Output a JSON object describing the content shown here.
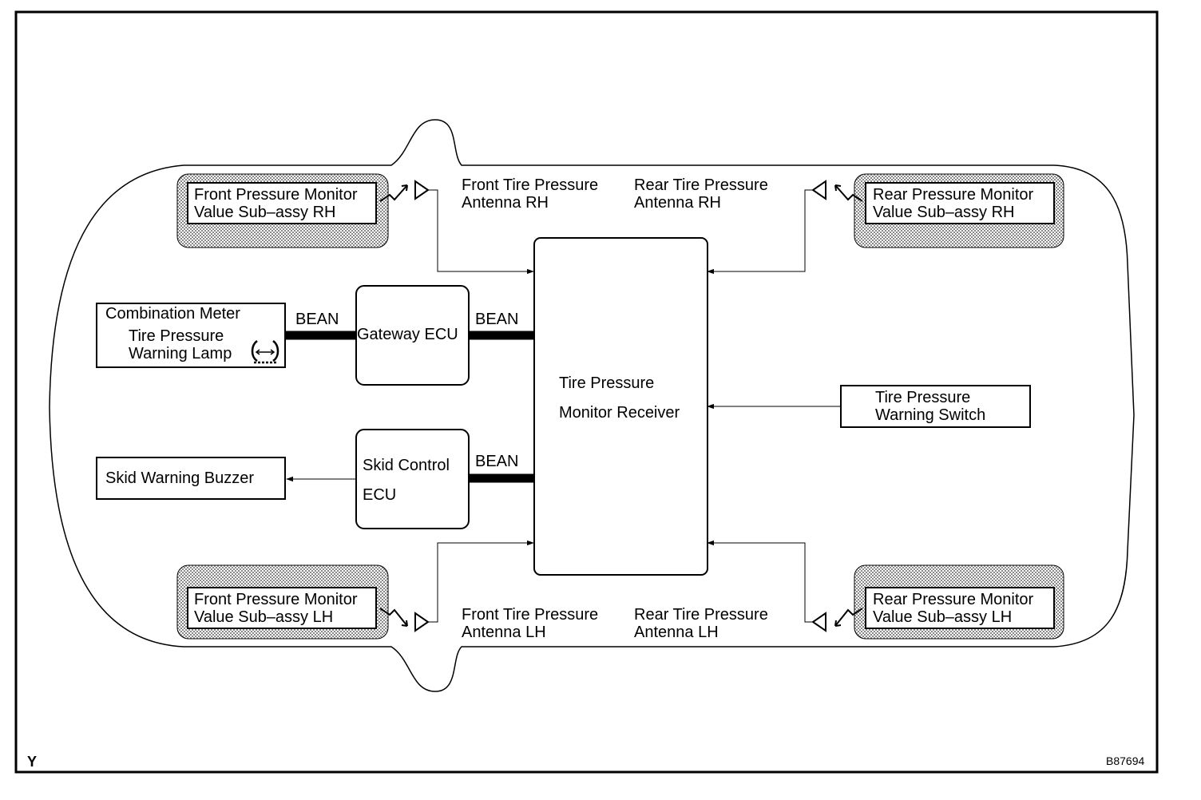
{
  "diagram": {
    "sensors": {
      "front_rh": {
        "line1": "Front Pressure Monitor",
        "line2": "Value Sub–assy RH"
      },
      "rear_rh": {
        "line1": "Rear Pressure Monitor",
        "line2": "Value Sub–assy RH"
      },
      "front_lh": {
        "line1": "Front Pressure Monitor",
        "line2": "Value Sub–assy LH"
      },
      "rear_lh": {
        "line1": "Rear Pressure Monitor",
        "line2": "Value Sub–assy LH"
      }
    },
    "antennas": {
      "front_rh": {
        "line1": "Front Tire Pressure",
        "line2": "Antenna RH"
      },
      "rear_rh": {
        "line1": "Rear Tire Pressure",
        "line2": "Antenna RH"
      },
      "front_lh": {
        "line1": "Front Tire Pressure",
        "line2": "Antenna LH"
      },
      "rear_lh": {
        "line1": "Rear Tire Pressure",
        "line2": "Antenna LH"
      }
    },
    "combination_meter": {
      "title": "Combination Meter",
      "lamp_line1": "Tire Pressure",
      "lamp_line2": "Warning Lamp"
    },
    "gateway_ecu": {
      "label": "Gateway ECU"
    },
    "skid_control_ecu": {
      "line1": "Skid Control",
      "line2": "ECU"
    },
    "skid_buzzer": {
      "label": "Skid Warning Buzzer"
    },
    "receiver": {
      "line1": "Tire Pressure",
      "line2": "Monitor Receiver"
    },
    "warning_switch": {
      "line1": "Tire Pressure",
      "line2": "Warning Switch"
    },
    "bus": {
      "meter_gateway": "BEAN",
      "gateway_receiver": "BEAN",
      "skid_receiver": "BEAN"
    },
    "corner_left": "Y",
    "figure_code": "B87694"
  }
}
